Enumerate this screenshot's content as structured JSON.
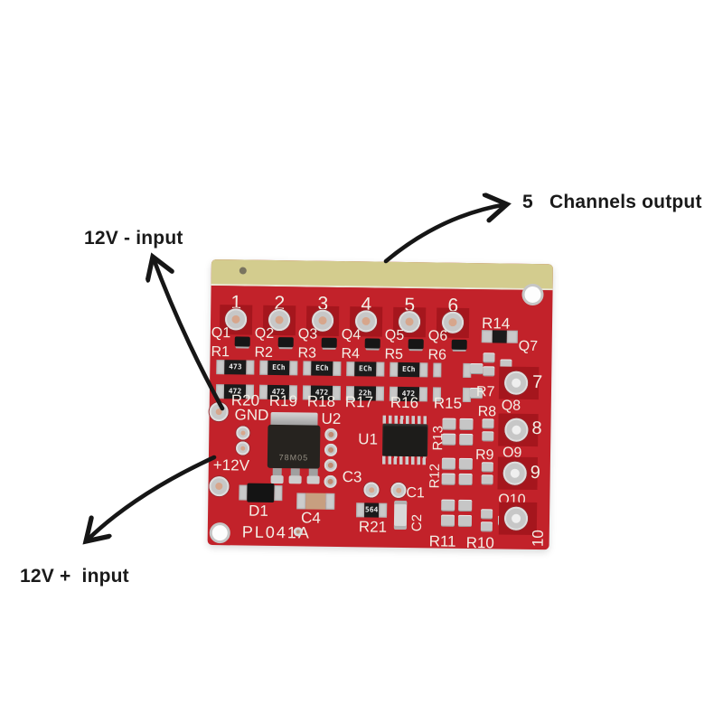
{
  "annotations": {
    "minus_input": "12V - input",
    "channels_output": "5   Channels output",
    "plus_input": "12V +  input"
  },
  "board": {
    "model": "PL041A",
    "channels": [
      {
        "num": "1",
        "q": "Q1",
        "r": "R1",
        "res1": "473",
        "res2": "472"
      },
      {
        "num": "2",
        "q": "Q2",
        "r": "R2",
        "res1": "ECh",
        "res2": "472"
      },
      {
        "num": "3",
        "q": "Q3",
        "r": "R3",
        "res1": "ECh",
        "res2": "472"
      },
      {
        "num": "4",
        "q": "Q4",
        "r": "R4",
        "res1": "ECh",
        "res2": "22h"
      },
      {
        "num": "5",
        "q": "Q5",
        "r": "R5",
        "res1": "ECh",
        "res2": "472"
      },
      {
        "num": "6",
        "q": "Q6",
        "r": "R6",
        "res1": "",
        "res2": ""
      }
    ],
    "mid_resistor_labels": [
      "R20",
      "R19",
      "R18",
      "R17",
      "R16",
      "R15"
    ],
    "power": {
      "gnd": "GND",
      "plus": "+12V"
    },
    "regulator": {
      "label": "U2",
      "marking": "78M05"
    },
    "ic": {
      "label": "U1"
    },
    "caps": {
      "c1": "C1",
      "c2": "C2",
      "c3": "C3",
      "c4": "C4"
    },
    "diode": "D1",
    "r21": {
      "label": "R21",
      "marking": "564"
    },
    "right": {
      "r14": "R14",
      "q7": "Q7",
      "n7": "7",
      "r7": "R7",
      "q8": "Q8",
      "n8": "8",
      "r8": "R8",
      "r9": "R9",
      "q9": "Q9",
      "n9": "9",
      "q10": "Q10",
      "n10": "10",
      "r13": "R13",
      "r12": "R12",
      "r11": "R11",
      "r10": "R10"
    }
  },
  "colors": {
    "board_red": "#c2222a",
    "board_red_dark": "#a5161d",
    "edge_strip": "#d3cc8e",
    "silkscreen": "#f3efe6",
    "pad_silver": "#c7c7c7",
    "hole_copper": "#d7a68c",
    "component_black": "#1b1b1b",
    "annotation_text": "#1a1a1a",
    "arrow": "#161616",
    "background": "#ffffff"
  }
}
